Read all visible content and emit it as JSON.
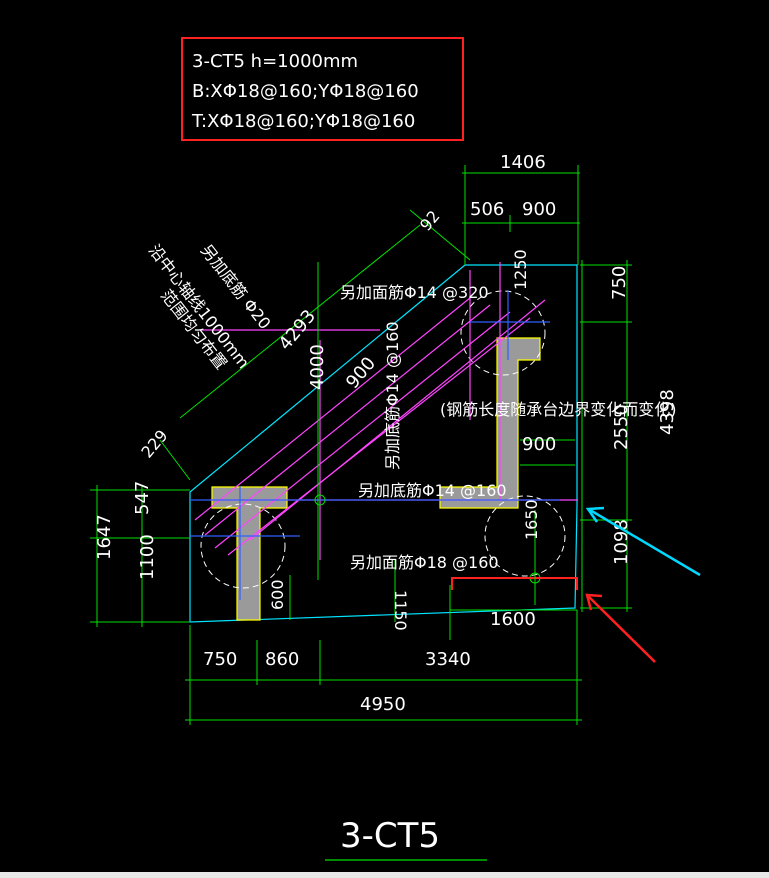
{
  "spec_box": {
    "line1": "3-CT5  h=1000mm",
    "line2": "B:XΦ18@160;YΦ18@160",
    "line3": "T:XΦ18@160;YΦ18@160"
  },
  "dims": {
    "top_total": "1406",
    "top_a": "506",
    "top_b": "900",
    "diag_92": "92",
    "diag_4293": "4293",
    "d1250": "1250",
    "d750_right": "750",
    "d4000": "4000",
    "d900_diag": "900",
    "d229": "229",
    "d900_right": "900",
    "d2550": "2550",
    "d4398": "4398",
    "d1098": "1098",
    "d1650": "1650",
    "d1150": "1150",
    "d600": "600",
    "d1600": "1600",
    "left_1647": "1647",
    "left_547": "547",
    "left_1100": "1100",
    "bottom_750": "750",
    "bottom_860": "860",
    "bottom_3340": "3340",
    "bottom_4950": "4950"
  },
  "notes": {
    "n1": "另加底筋 Φ20",
    "n2": "沿中心轴线1000mm",
    "n3": "范围均匀布置",
    "face_320": "另加面筋Φ14 @320",
    "bottom_160_v": "另加底筋Φ14 @160",
    "note_change": "(钢筋长度随承台边界变化而变化)",
    "bottom_160_h": "另加底筋Φ14 @160",
    "face_18_160": "另加面筋Φ18 @160"
  },
  "title": "3-CT5",
  "colors": {
    "background": "#000000",
    "dimension": "#00e000",
    "outline": "#00e5ff",
    "rebar": "#ff44ff",
    "highlight_red": "#ff2020",
    "arrow_cyan": "#00d8ff"
  }
}
